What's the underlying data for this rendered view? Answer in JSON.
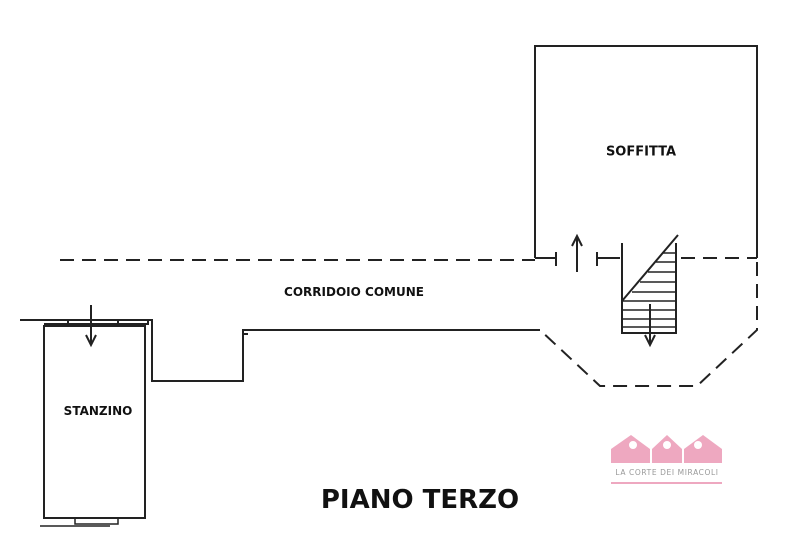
{
  "rooms": {
    "soffitta": "SOFFITTA",
    "corridoio": "CORRIDOIO COMUNE",
    "stanzino": "STANZINO"
  },
  "title": "PIANO TERZO",
  "logo": {
    "text": "LA CORTE DEI MIRACOLI",
    "color": "#eea8c0"
  }
}
